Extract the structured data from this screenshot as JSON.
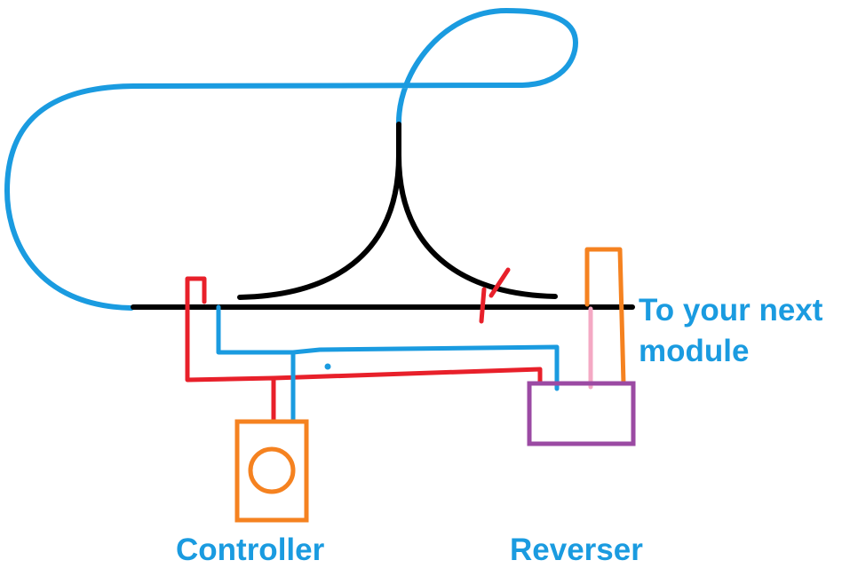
{
  "colors": {
    "track": "#000000",
    "track_wire": "#1a9be0",
    "power_wire": "#e8202a",
    "controller": "#f58220",
    "reverser": "#9b4aa3",
    "reverser_lead": "#f4a9c4",
    "label_text": "#1a9be0",
    "background": "#ffffff"
  },
  "labels": {
    "next_module_line1": "To your next",
    "next_module_line2": "module",
    "controller": "Controller",
    "reverser": "Reverser"
  },
  "icons": {
    "controller_knob": "circle-knob-icon",
    "gap": "insulating-gap-icon"
  }
}
